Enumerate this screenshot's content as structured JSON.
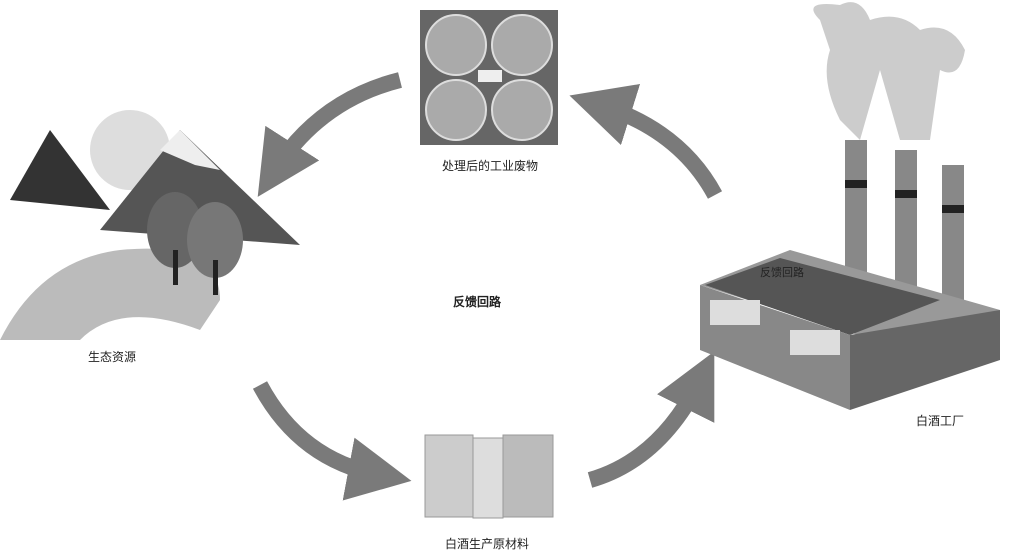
{
  "diagram": {
    "nodes": {
      "waste": {
        "label": "处理后的工业废物",
        "icon": "water-treatment-icon"
      },
      "ecology": {
        "label": "生态资源",
        "icon": "mountains-icon"
      },
      "factory": {
        "label": "白酒工厂",
        "icon": "factory-icon"
      },
      "materials": {
        "label": "白酒生产原材料",
        "icon": "materials-icon"
      }
    },
    "center_label": "反馈回路",
    "factory_roof_label": "反馈回路",
    "colors": {
      "arrow": "#7a7a7a",
      "text": "#222222"
    }
  }
}
